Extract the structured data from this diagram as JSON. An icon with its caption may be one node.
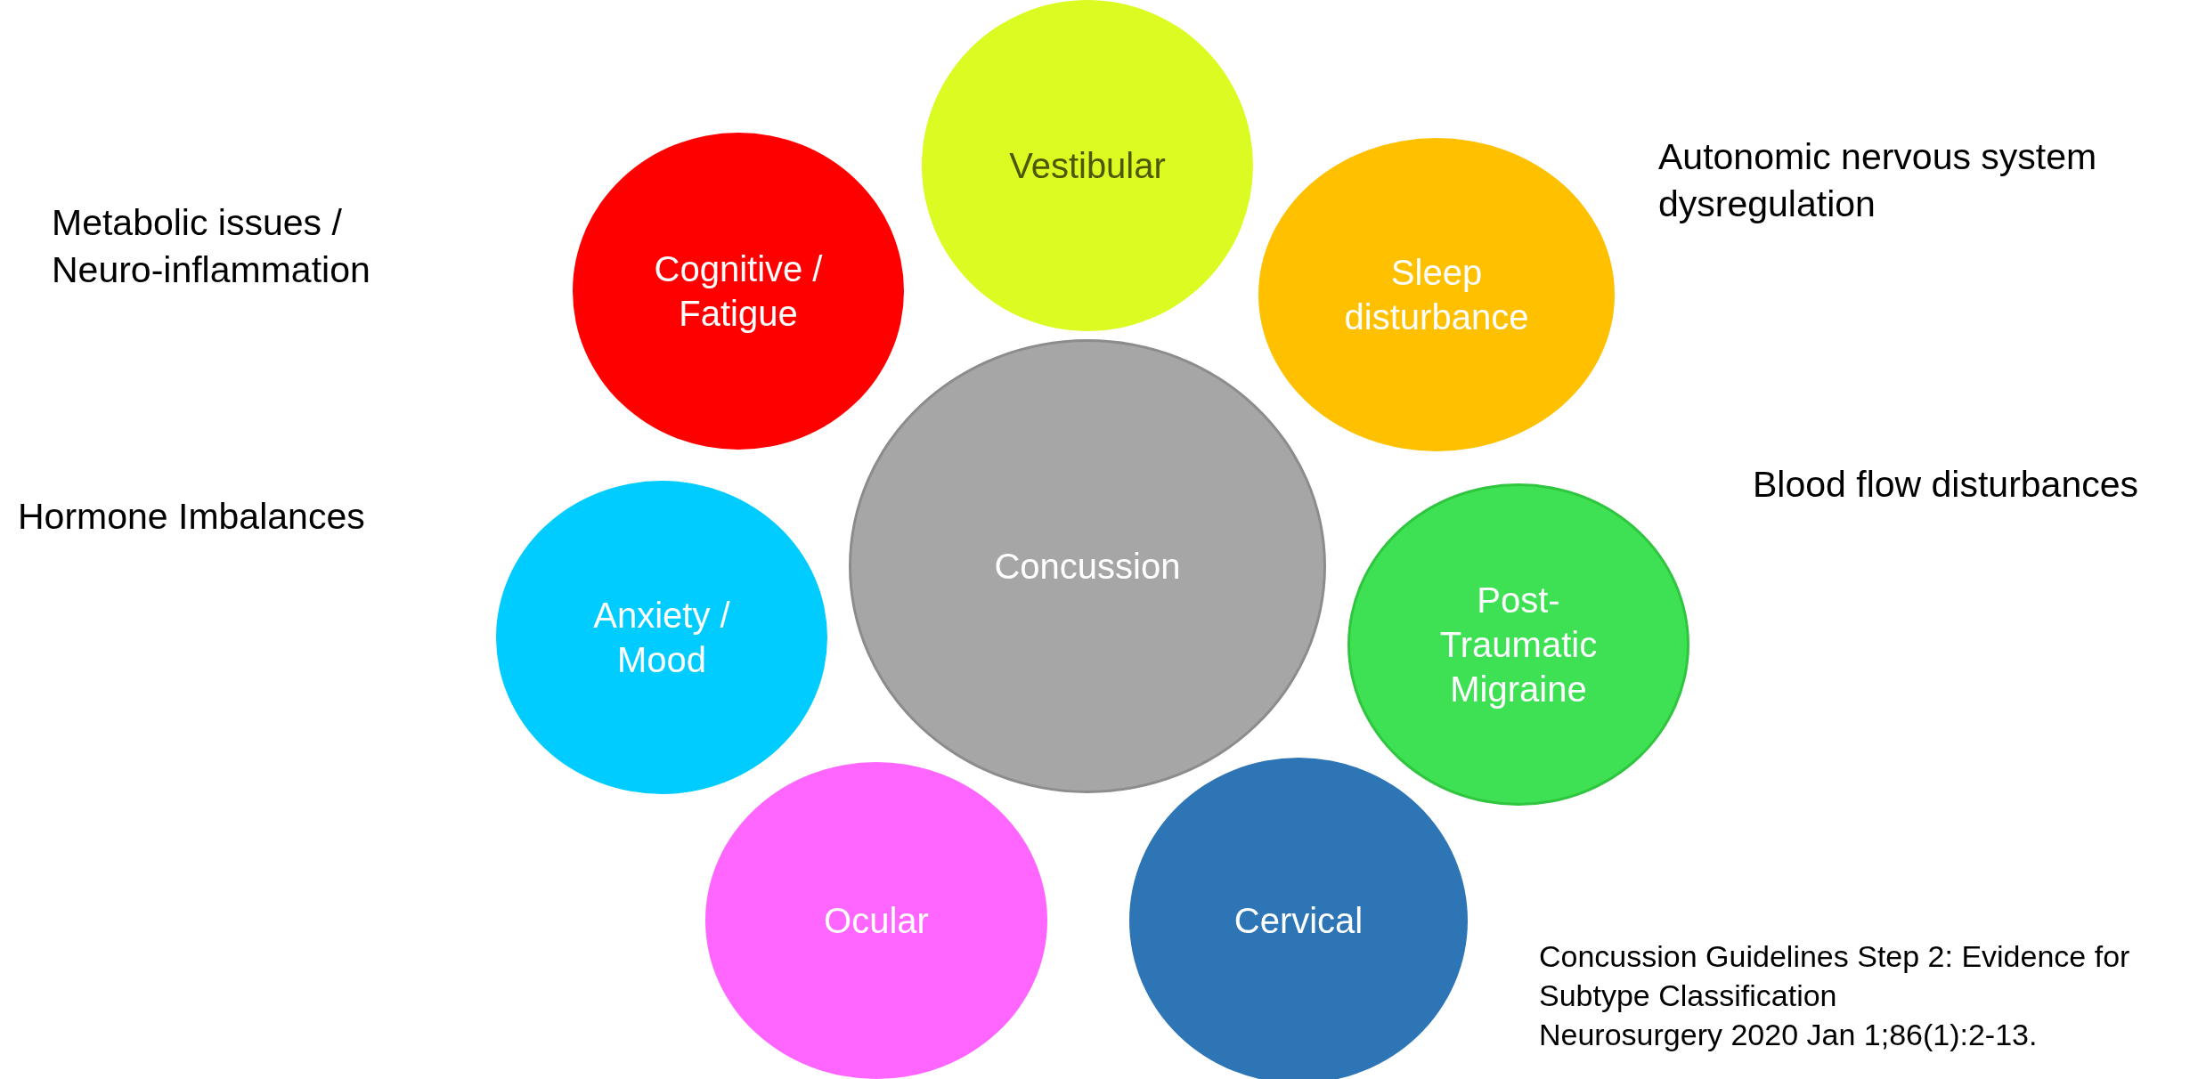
{
  "diagram": {
    "nodes": [
      {
        "text": [
          "Vestibular"
        ]
      },
      {
        "text": [
          "Cognitive / Fatigue"
        ]
      },
      {
        "text": [
          "Sleep disturbance"
        ]
      },
      {
        "text": [
          "Concussion"
        ]
      },
      {
        "text": [
          "Anxiety / Mood"
        ]
      },
      {
        "text": [
          "Post- Traumatic Migraine"
        ]
      },
      {
        "text": [
          "Ocular"
        ]
      },
      {
        "text": [
          "Cervical"
        ]
      }
    ],
    "edges": [],
    "labels": [
      "Metabolic issues / Neuro-inflammation",
      "Autonomic nervous system dysregulation",
      "Hormone Imbalances",
      "Blood flow disturbances",
      "Concussion Guidelines Step 2: Evidence for Subtype Classification",
      "Neurosurgery 2020 Jan 1;86(1):2-13."
    ]
  }
}
